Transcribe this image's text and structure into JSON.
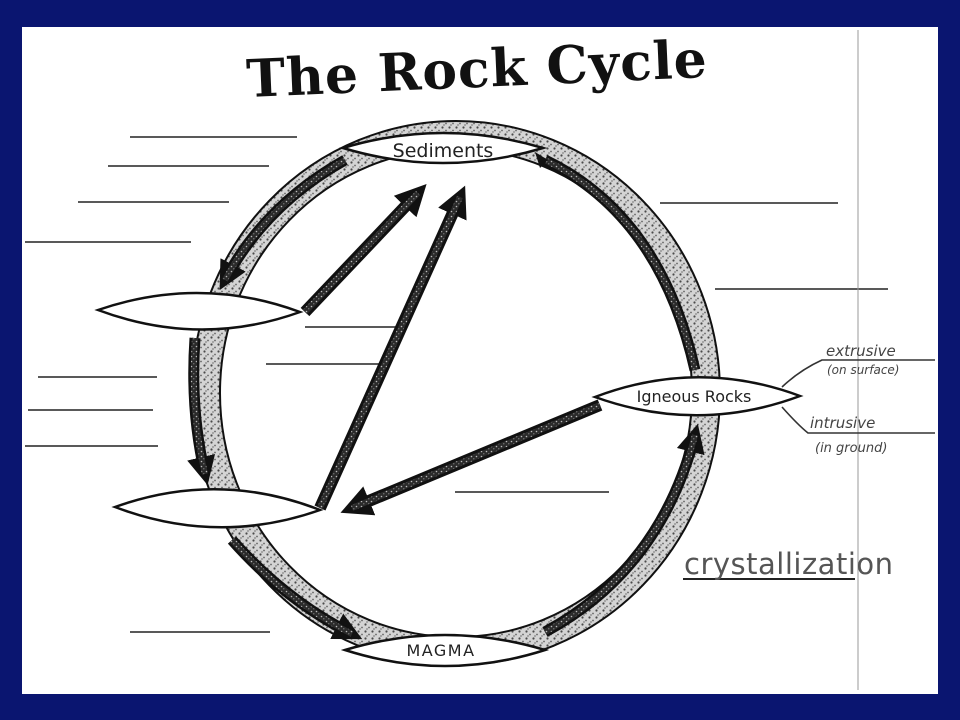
{
  "title": "The Rock Cycle",
  "labels": {
    "sediments": "Sediments",
    "igneous_rocks": "Igneous Rocks",
    "magma": "MAGMA"
  },
  "annotations": {
    "extrusive": "extrusive",
    "on_surface": "(on surface)",
    "intrusive": "intrusive",
    "in_ground": "(in ground)",
    "crystallization": "crystallization"
  },
  "colors": {
    "frame_border": "#0a1570",
    "paper": "#ffffff",
    "ink": "#111111"
  }
}
